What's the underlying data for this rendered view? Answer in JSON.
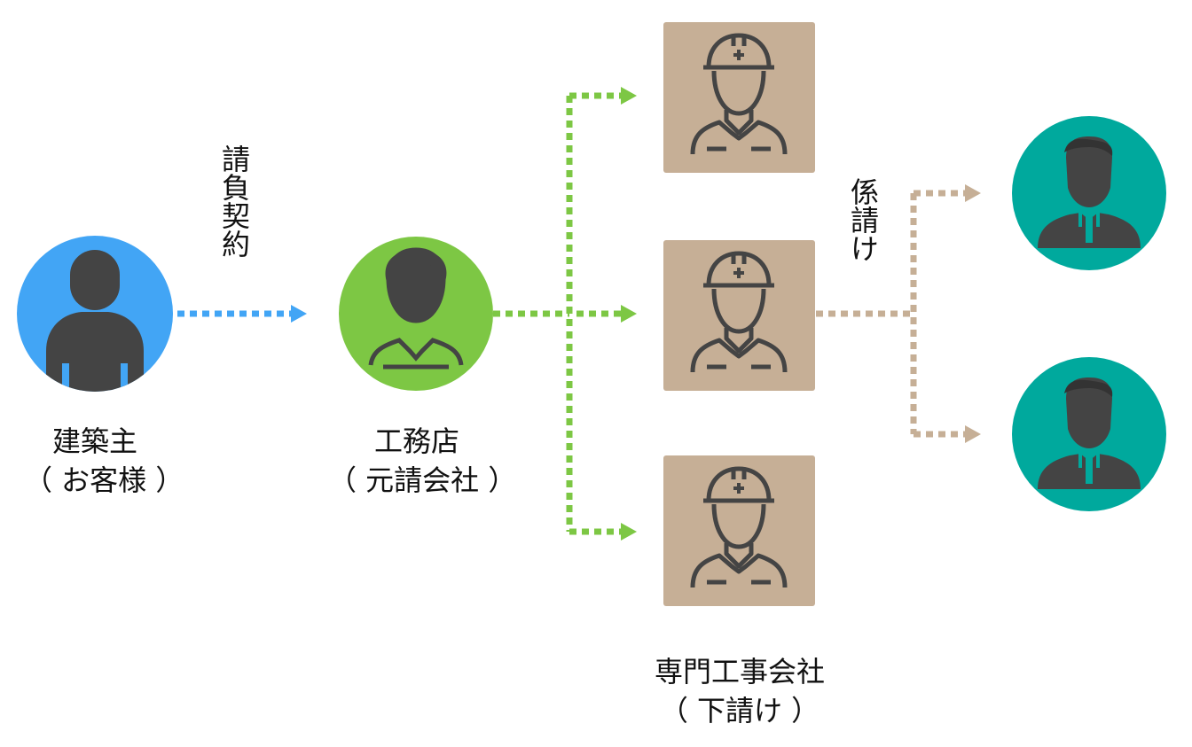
{
  "nodes": {
    "client": {
      "line1": "建築主",
      "line2": "（ お客様 ）",
      "color": "#42a5f5"
    },
    "contractor": {
      "line1": "工務店",
      "line2": "（ 元請会社 ）",
      "color": "#7dc744"
    },
    "specialty": {
      "line1": "専門工事会社",
      "line2": "（ 下請け ）",
      "color": "#c6af96",
      "count": 3
    },
    "sub_sub": {
      "color": "#00a99d",
      "count": 2
    }
  },
  "edges": {
    "contract_label": "請負契約",
    "sub_label": "係請け",
    "client_arrow_color": "#42a5f5",
    "contractor_arrow_color": "#7dc744",
    "specialty_arrow_color": "#c6af96"
  },
  "icons": {
    "figure_color": "#444444"
  }
}
